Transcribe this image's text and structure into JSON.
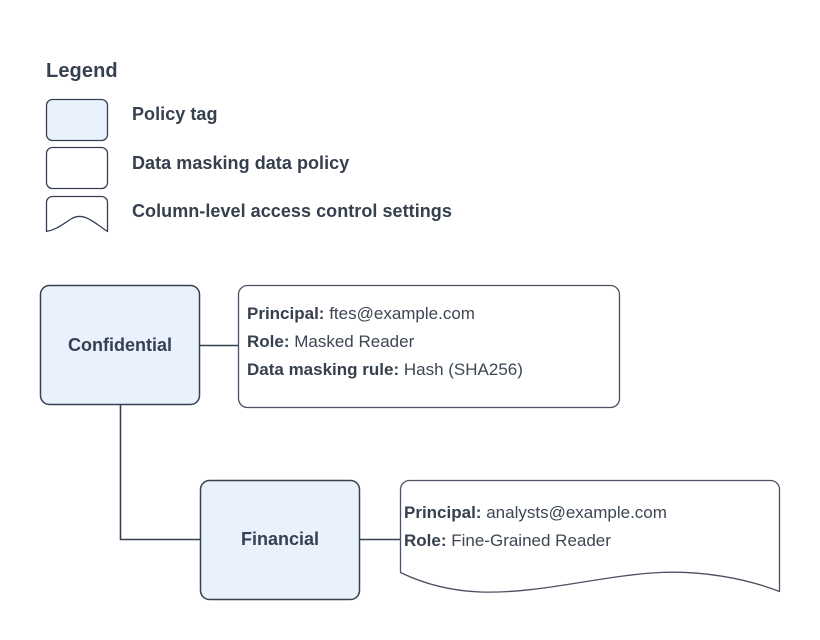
{
  "legend": {
    "title": "Legend",
    "items": [
      {
        "key": "policy-tag",
        "label": "Policy tag",
        "swatch": "rounded-filled",
        "fill": "#e9f1fd",
        "stroke": "#36404e"
      },
      {
        "key": "data-masking-policy",
        "label": "Data masking data policy",
        "swatch": "rounded-outline",
        "fill": "#ffffff",
        "stroke": "#36404e"
      },
      {
        "key": "column-level-access",
        "label": "Column-level access control settings",
        "swatch": "wavy-bottom",
        "fill": "#ffffff",
        "stroke": "#36404e"
      }
    ]
  },
  "diagram": {
    "nodes": [
      {
        "id": "confidential",
        "label": "Confidential",
        "type": "policy-tag"
      },
      {
        "id": "financial",
        "label": "Financial",
        "type": "policy-tag"
      }
    ],
    "boxes": [
      {
        "id": "masking-policy-box",
        "type": "data-masking-policy",
        "attached_to": "confidential",
        "rows": [
          {
            "label": "Principal:",
            "value": "ftes@example.com"
          },
          {
            "label": "Role:",
            "value": "Masked Reader"
          },
          {
            "label": "Data masking rule:",
            "value": "Hash (SHA256)"
          }
        ]
      },
      {
        "id": "column-access-box",
        "type": "column-level-access",
        "attached_to": "financial",
        "rows": [
          {
            "label": "Principal:",
            "value": "analysts@example.com"
          },
          {
            "label": "Role:",
            "value": "Fine-Grained Reader"
          }
        ]
      }
    ],
    "connectors": [
      {
        "id": "confidential-to-masking",
        "from": "confidential",
        "to": "masking-policy-box",
        "style": "straight"
      },
      {
        "id": "confidential-to-financial",
        "from": "confidential",
        "to": "financial",
        "style": "elbow"
      },
      {
        "id": "financial-to-column-access",
        "from": "financial",
        "to": "column-access-box",
        "style": "straight"
      }
    ]
  },
  "colors": {
    "node_fill": "#e9f1fd",
    "box_fill": "#ffffff",
    "stroke": "#36404e",
    "box_stroke": "#4a5261",
    "text": "#36404e",
    "background": "#ffffff"
  }
}
